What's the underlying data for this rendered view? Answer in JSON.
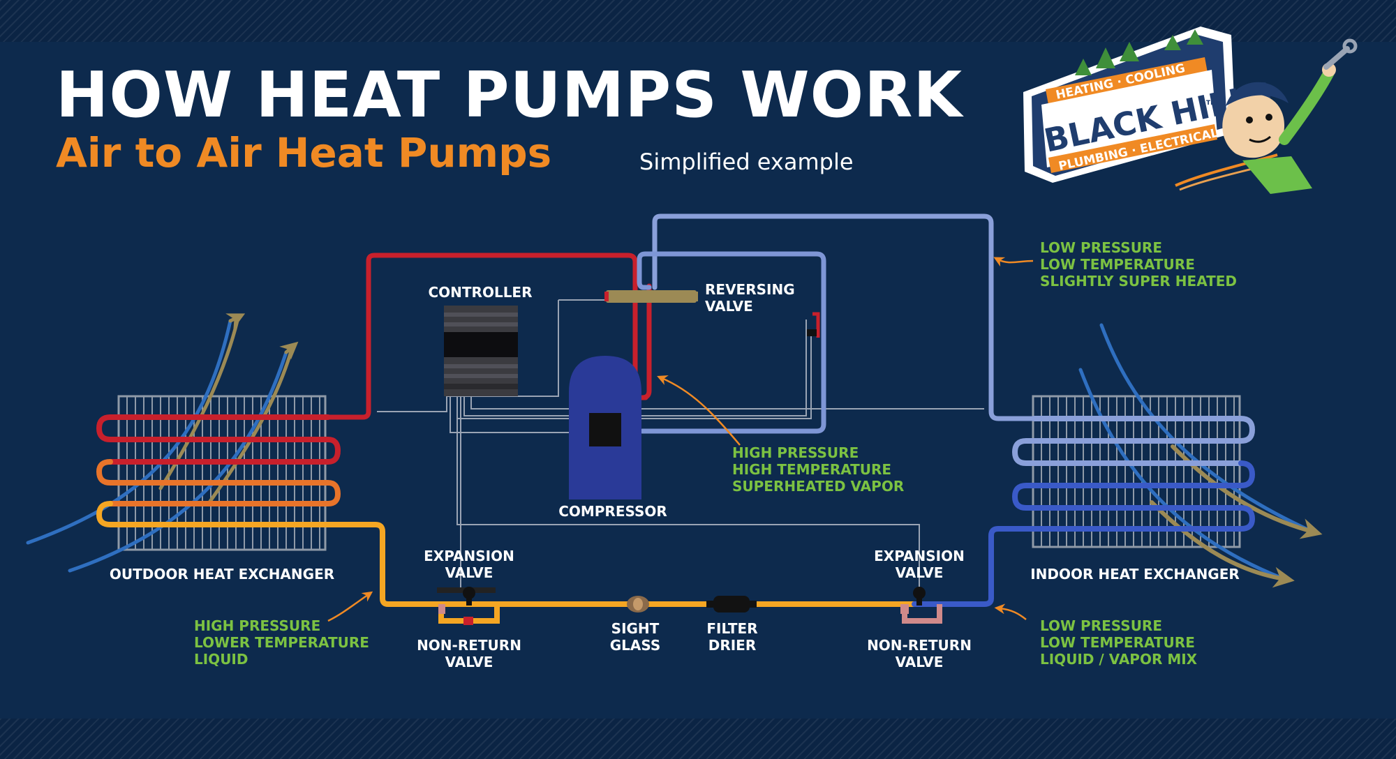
{
  "header": {
    "title": "HOW HEAT PUMPS WORK",
    "subtitle": "Air to Air Heat Pumps",
    "note": "Simplified example"
  },
  "logo": {
    "top_line": "HEATING · COOLING",
    "brand": "BLACK HILLS",
    "bottom_line": "PLUMBING · ELECTRICAL",
    "mark": "TM"
  },
  "components": {
    "controller": "CONTROLLER",
    "reversing_valve": [
      "REVERSING",
      "VALVE"
    ],
    "compressor": "COMPRESSOR",
    "outdoor_exchanger": "OUTDOOR HEAT EXCHANGER",
    "indoor_exchanger": "INDOOR HEAT EXCHANGER",
    "expansion_valve_left": [
      "EXPANSION",
      "VALVE"
    ],
    "expansion_valve_right": [
      "EXPANSION",
      "VALVE"
    ],
    "non_return_valve_left": [
      "NON-RETURN",
      "VALVE"
    ],
    "non_return_valve_right": [
      "NON-RETURN",
      "VALVE"
    ],
    "sight_glass": [
      "SIGHT",
      "GLASS"
    ],
    "filter_drier": [
      "FILTER",
      "DRIER"
    ]
  },
  "states": {
    "suction": [
      "LOW PRESSURE",
      "LOW TEMPERATURE",
      "SLIGHTLY SUPER HEATED"
    ],
    "discharge": [
      "HIGH PRESSURE",
      "HIGH TEMPERATURE",
      "SUPERHEATED VAPOR"
    ],
    "liquid": [
      "HIGH PRESSURE",
      "LOWER TEMPERATURE",
      "LIQUID"
    ],
    "mix": [
      "LOW PRESSURE",
      "LOW TEMPERATURE",
      "LIQUID / VAPOR MIX"
    ]
  },
  "colors": {
    "background": "#0d2a4d",
    "hot_line": "#c8202c",
    "warm_line": "#e8742a",
    "liquid_line": "#f5a623",
    "cool_line": "#7e96d6",
    "cold_line": "#3a5ac8",
    "state_text": "#7cc242",
    "accent": "#f08a24"
  }
}
